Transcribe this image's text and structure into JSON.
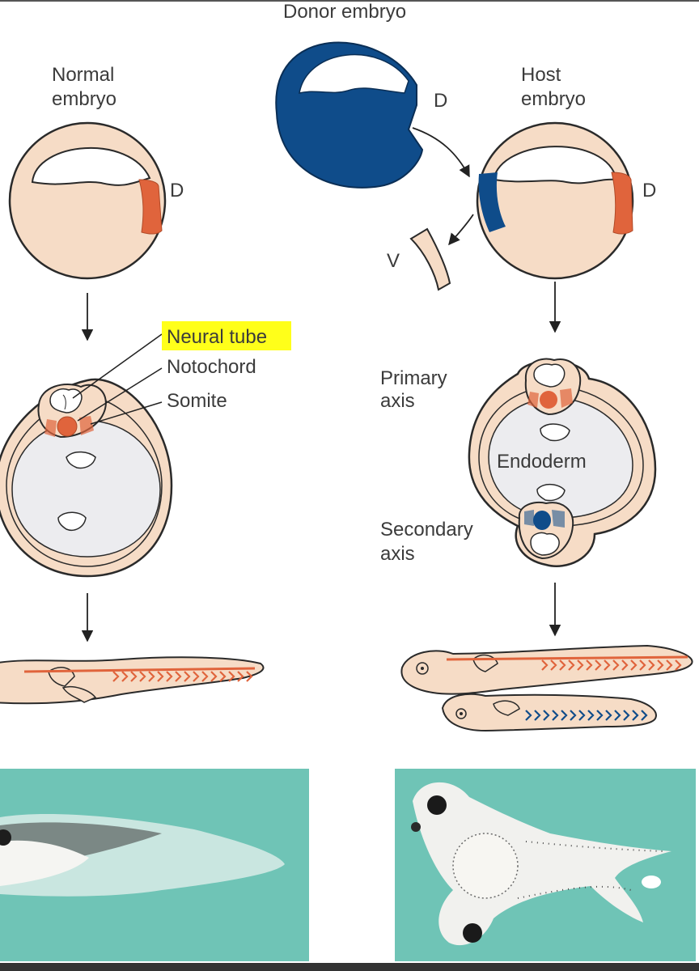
{
  "labels": {
    "donor": "Donor embryo",
    "normal_line1": "Normal",
    "normal_line2": "embryo",
    "host_line1": "Host",
    "host_line2": "embryo",
    "d_donor": "D",
    "d_normal": "D",
    "d_host": "D",
    "v": "V",
    "neural_tube": "Neural tube",
    "notochord": "Notochord",
    "somite": "Somite",
    "primary_line1": "Primary",
    "primary_line2": "axis",
    "endoderm": "Endoderm",
    "secondary_line1": "Secondary",
    "secondary_line2": "axis"
  },
  "colors": {
    "cell": "#f6dcc6",
    "donor": "#0f4c8a",
    "mesoderm": "#e0643c",
    "yolk": "#ececef",
    "photo_bg": "#6fc4b6",
    "highlight": "#ffff1a",
    "outline": "#2a2a2a"
  }
}
